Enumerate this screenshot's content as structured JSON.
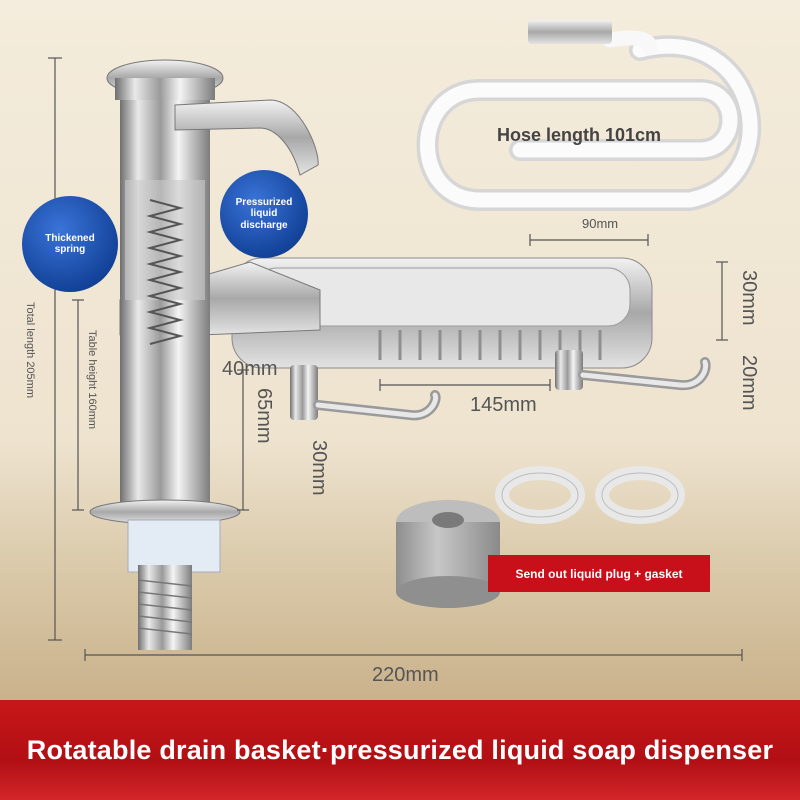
{
  "labels": {
    "hose_length": "Hose length 101cm",
    "width_90": "90mm",
    "depth_30_right": "30mm",
    "hook_20": "20mm",
    "hook_145": "145mm",
    "offset_40": "40mm",
    "height_65": "65mm",
    "shank_30": "30mm",
    "table_height": "Table height 160mm",
    "total_length": "Total length 205mm",
    "width_220": "220mm"
  },
  "callouts": {
    "thickened_spring": "Thickened spring",
    "pressurized_liquid": "Pressurized liquid discharge",
    "plug_gasket": "Send out liquid plug + gasket"
  },
  "banner": {
    "title": "Rotatable drain basket·pressurized liquid soap dispenser"
  },
  "colors": {
    "banner_red": "#c8101a",
    "callout_blue": "#14449b"
  }
}
